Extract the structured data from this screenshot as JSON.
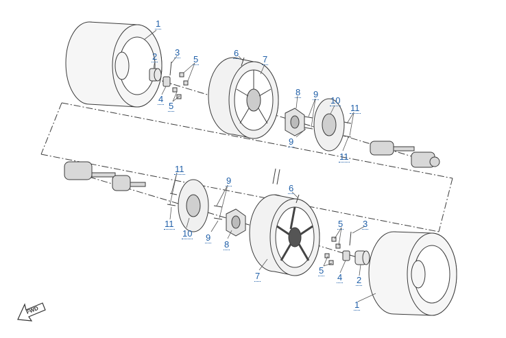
{
  "diagram": {
    "callouts": [
      {
        "id": "c-1-top",
        "label": "1",
        "part": "tire"
      },
      {
        "id": "c-2-top",
        "label": "2",
        "part": "axle-nut-cap"
      },
      {
        "id": "c-3-top",
        "label": "3",
        "part": "cotter-pin"
      },
      {
        "id": "c-4-top",
        "label": "4",
        "part": "castle-nut"
      },
      {
        "id": "c-5-top-a",
        "label": "5",
        "part": "lug-nut"
      },
      {
        "id": "c-5-top-b",
        "label": "5",
        "part": "lug-nut"
      },
      {
        "id": "c-6-top",
        "label": "6",
        "part": "valve-stem"
      },
      {
        "id": "c-7-top",
        "label": "7",
        "part": "wheel-rim"
      },
      {
        "id": "c-8-top",
        "label": "8",
        "part": "wheel-hub"
      },
      {
        "id": "c-9-top-a",
        "label": "9",
        "part": "hub-bolt"
      },
      {
        "id": "c-9-top-b",
        "label": "9",
        "part": "hub-bolt"
      },
      {
        "id": "c-10-top",
        "label": "10",
        "part": "brake-disc"
      },
      {
        "id": "c-11-top-a",
        "label": "11",
        "part": "disc-bolt"
      },
      {
        "id": "c-11-top-b",
        "label": "11",
        "part": "disc-bolt"
      },
      {
        "id": "c-11-bot-a",
        "label": "11",
        "part": "disc-bolt"
      },
      {
        "id": "c-11-bot-b",
        "label": "11",
        "part": "disc-bolt"
      },
      {
        "id": "c-10-bot",
        "label": "10",
        "part": "brake-disc"
      },
      {
        "id": "c-9-bot-a",
        "label": "9",
        "part": "hub-bolt"
      },
      {
        "id": "c-9-bot-b",
        "label": "9",
        "part": "hub-bolt"
      },
      {
        "id": "c-8-bot",
        "label": "8",
        "part": "wheel-hub"
      },
      {
        "id": "c-6-bot",
        "label": "6",
        "part": "valve-stem"
      },
      {
        "id": "c-7-bot",
        "label": "7",
        "part": "wheel-rim"
      },
      {
        "id": "c-5-bot-a",
        "label": "5",
        "part": "lug-nut"
      },
      {
        "id": "c-5-bot-b",
        "label": "5",
        "part": "lug-nut"
      },
      {
        "id": "c-3-bot",
        "label": "3",
        "part": "cotter-pin"
      },
      {
        "id": "c-4-bot",
        "label": "4",
        "part": "castle-nut"
      },
      {
        "id": "c-2-bot",
        "label": "2",
        "part": "axle-nut-cap"
      },
      {
        "id": "c-1-bot",
        "label": "1",
        "part": "tire"
      }
    ],
    "direction_badge": "FWD",
    "colors": {
      "line": "#3a3a3a",
      "callout": "#1f5fa8",
      "part_fill": "#f2f2f2"
    }
  }
}
